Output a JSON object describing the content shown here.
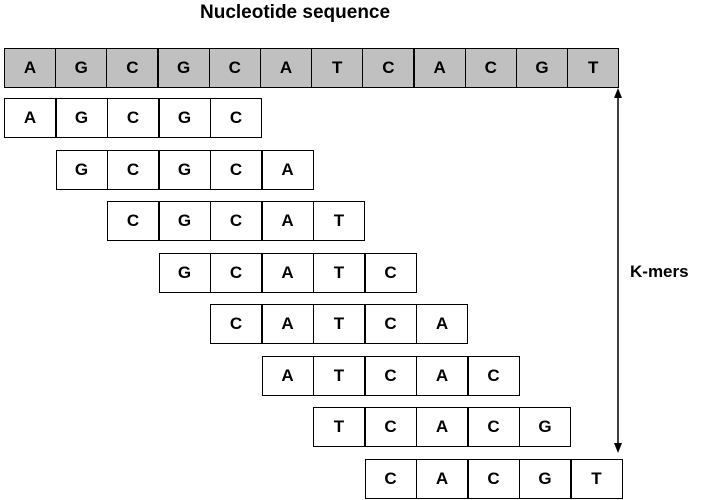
{
  "title": "Nucleotide sequence",
  "side_label": "K-mers",
  "sequence": [
    "A",
    "G",
    "C",
    "G",
    "C",
    "A",
    "T",
    "C",
    "A",
    "C",
    "G",
    "T"
  ],
  "kmers": [
    [
      "A",
      "G",
      "C",
      "G",
      "C"
    ],
    [
      "G",
      "C",
      "G",
      "C",
      "A"
    ],
    [
      "C",
      "G",
      "C",
      "A",
      "T"
    ],
    [
      "G",
      "C",
      "A",
      "T",
      "C"
    ],
    [
      "C",
      "A",
      "T",
      "C",
      "A"
    ],
    [
      "A",
      "T",
      "C",
      "A",
      "C"
    ],
    [
      "T",
      "C",
      "A",
      "C",
      "G"
    ],
    [
      "C",
      "A",
      "C",
      "G",
      "T"
    ]
  ],
  "colors": {
    "sequence_fill": "#c0c0c0",
    "kmer_fill": "#ffffff",
    "stroke": "#000000"
  }
}
